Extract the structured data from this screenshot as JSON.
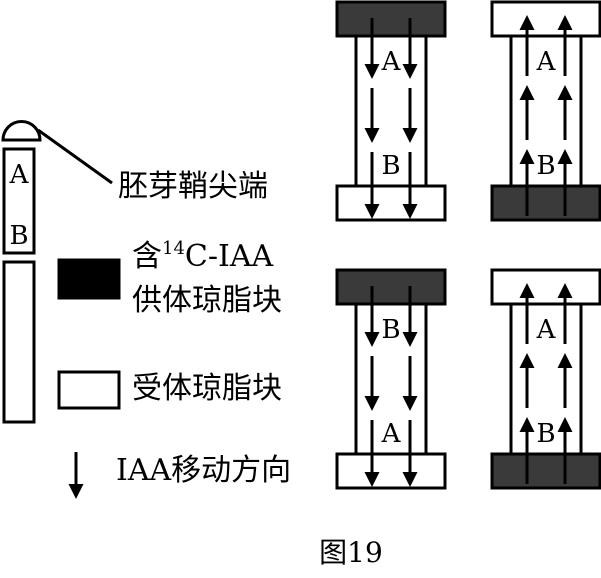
{
  "colors": {
    "donor": "#3a3a3a",
    "legend_donor": "#000000",
    "receiver": "#ffffff",
    "stroke": "#000000",
    "background": "#ffffff"
  },
  "seedling": {
    "segment_a_label": "A",
    "segment_b_label": "B",
    "tip_label": "胚芽鞘尖端"
  },
  "legend": {
    "donor_line1_prefix": "含",
    "donor_line1_superscript": "14",
    "donor_line1_suffix": "C-IAA",
    "donor_line2": "供体琼脂块",
    "receiver": "受体琼脂块",
    "arrow": "IAA移动方向",
    "arrow_icon": "down-arrow-icon"
  },
  "experiments": [
    {
      "top_block": "donor",
      "bottom_block": "receiver",
      "top_label": "A",
      "bottom_label": "B",
      "arrow_direction": "down"
    },
    {
      "top_block": "receiver",
      "bottom_block": "donor",
      "top_label": "A",
      "bottom_label": "B",
      "arrow_direction": "up"
    },
    {
      "top_block": "donor",
      "bottom_block": "receiver",
      "top_label": "B",
      "bottom_label": "A",
      "arrow_direction": "down"
    },
    {
      "top_block": "receiver",
      "bottom_block": "donor",
      "top_label": "A",
      "bottom_label": "B",
      "arrow_direction": "up"
    }
  ],
  "caption": "图19"
}
